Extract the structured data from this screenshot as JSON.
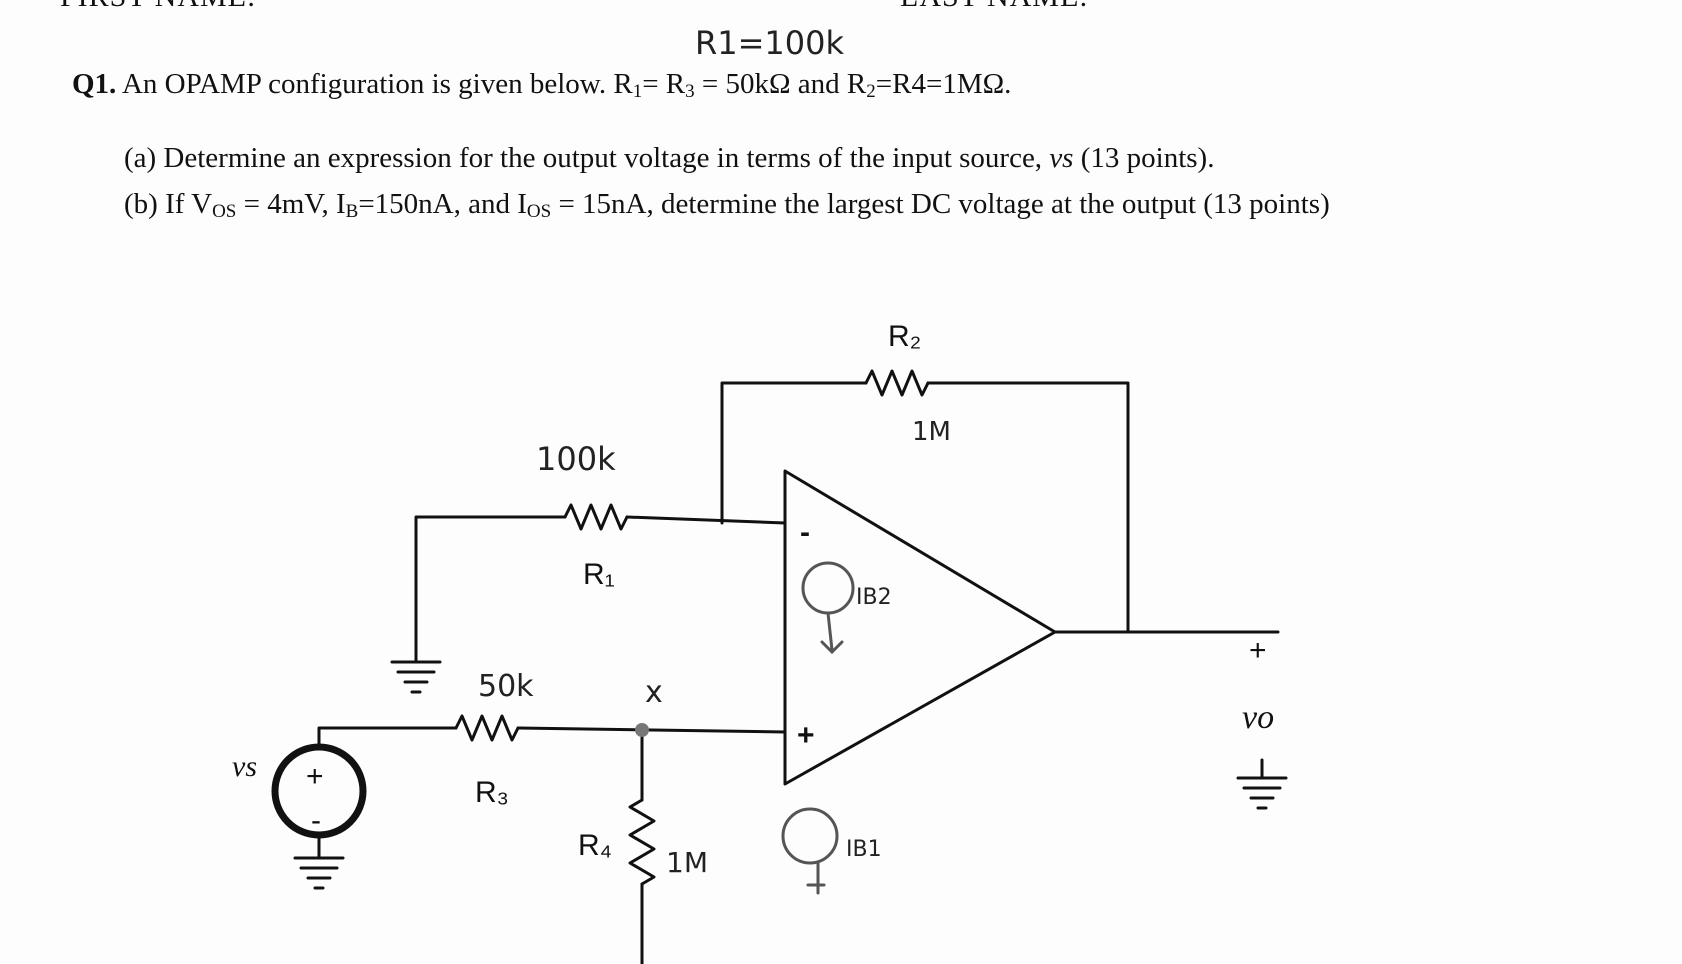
{
  "header": {
    "first_name_label": "FIRST NAME:",
    "last_name_label": "LAST NAME:"
  },
  "annotation_top": "R1=100k",
  "question": {
    "number": "Q1.",
    "text_a": " An OPAMP configuration is given below. R",
    "s1": "1",
    "text_b": "= R",
    "s3": "3",
    "text_c": " = 50kΩ and R",
    "s2": "2",
    "text_d": "=R4=1MΩ."
  },
  "parts": {
    "a": {
      "text": "(a)  Determine an expression for the output voltage in terms of the input source, ",
      "var": "vs",
      "points": " (13 points)."
    },
    "b": {
      "t1": "(b)  If V",
      "os1": "OS",
      "t2": " = 4mV, I",
      "b": "B",
      "t3": "=150nA, and I",
      "os2": "OS",
      "t4": " = 15nA, determine the largest DC voltage at the output (13 points)"
    }
  },
  "circuit": {
    "r2_label": "R₂",
    "r2_value": "1M",
    "r1_label": "R₁",
    "r1_value": "100k",
    "r3_label": "R₃",
    "r3_value": "50k",
    "r4_label": "R₄",
    "r4_value": "1M",
    "source_label": "vs",
    "source_plus": "+",
    "source_minus": "-",
    "out_plus": "+",
    "out_label": "vo",
    "inv_sign": "-",
    "noninv_sign": "+",
    "ib2_label": "IB2",
    "ib1_label": "IB1",
    "node_mark": "x"
  }
}
